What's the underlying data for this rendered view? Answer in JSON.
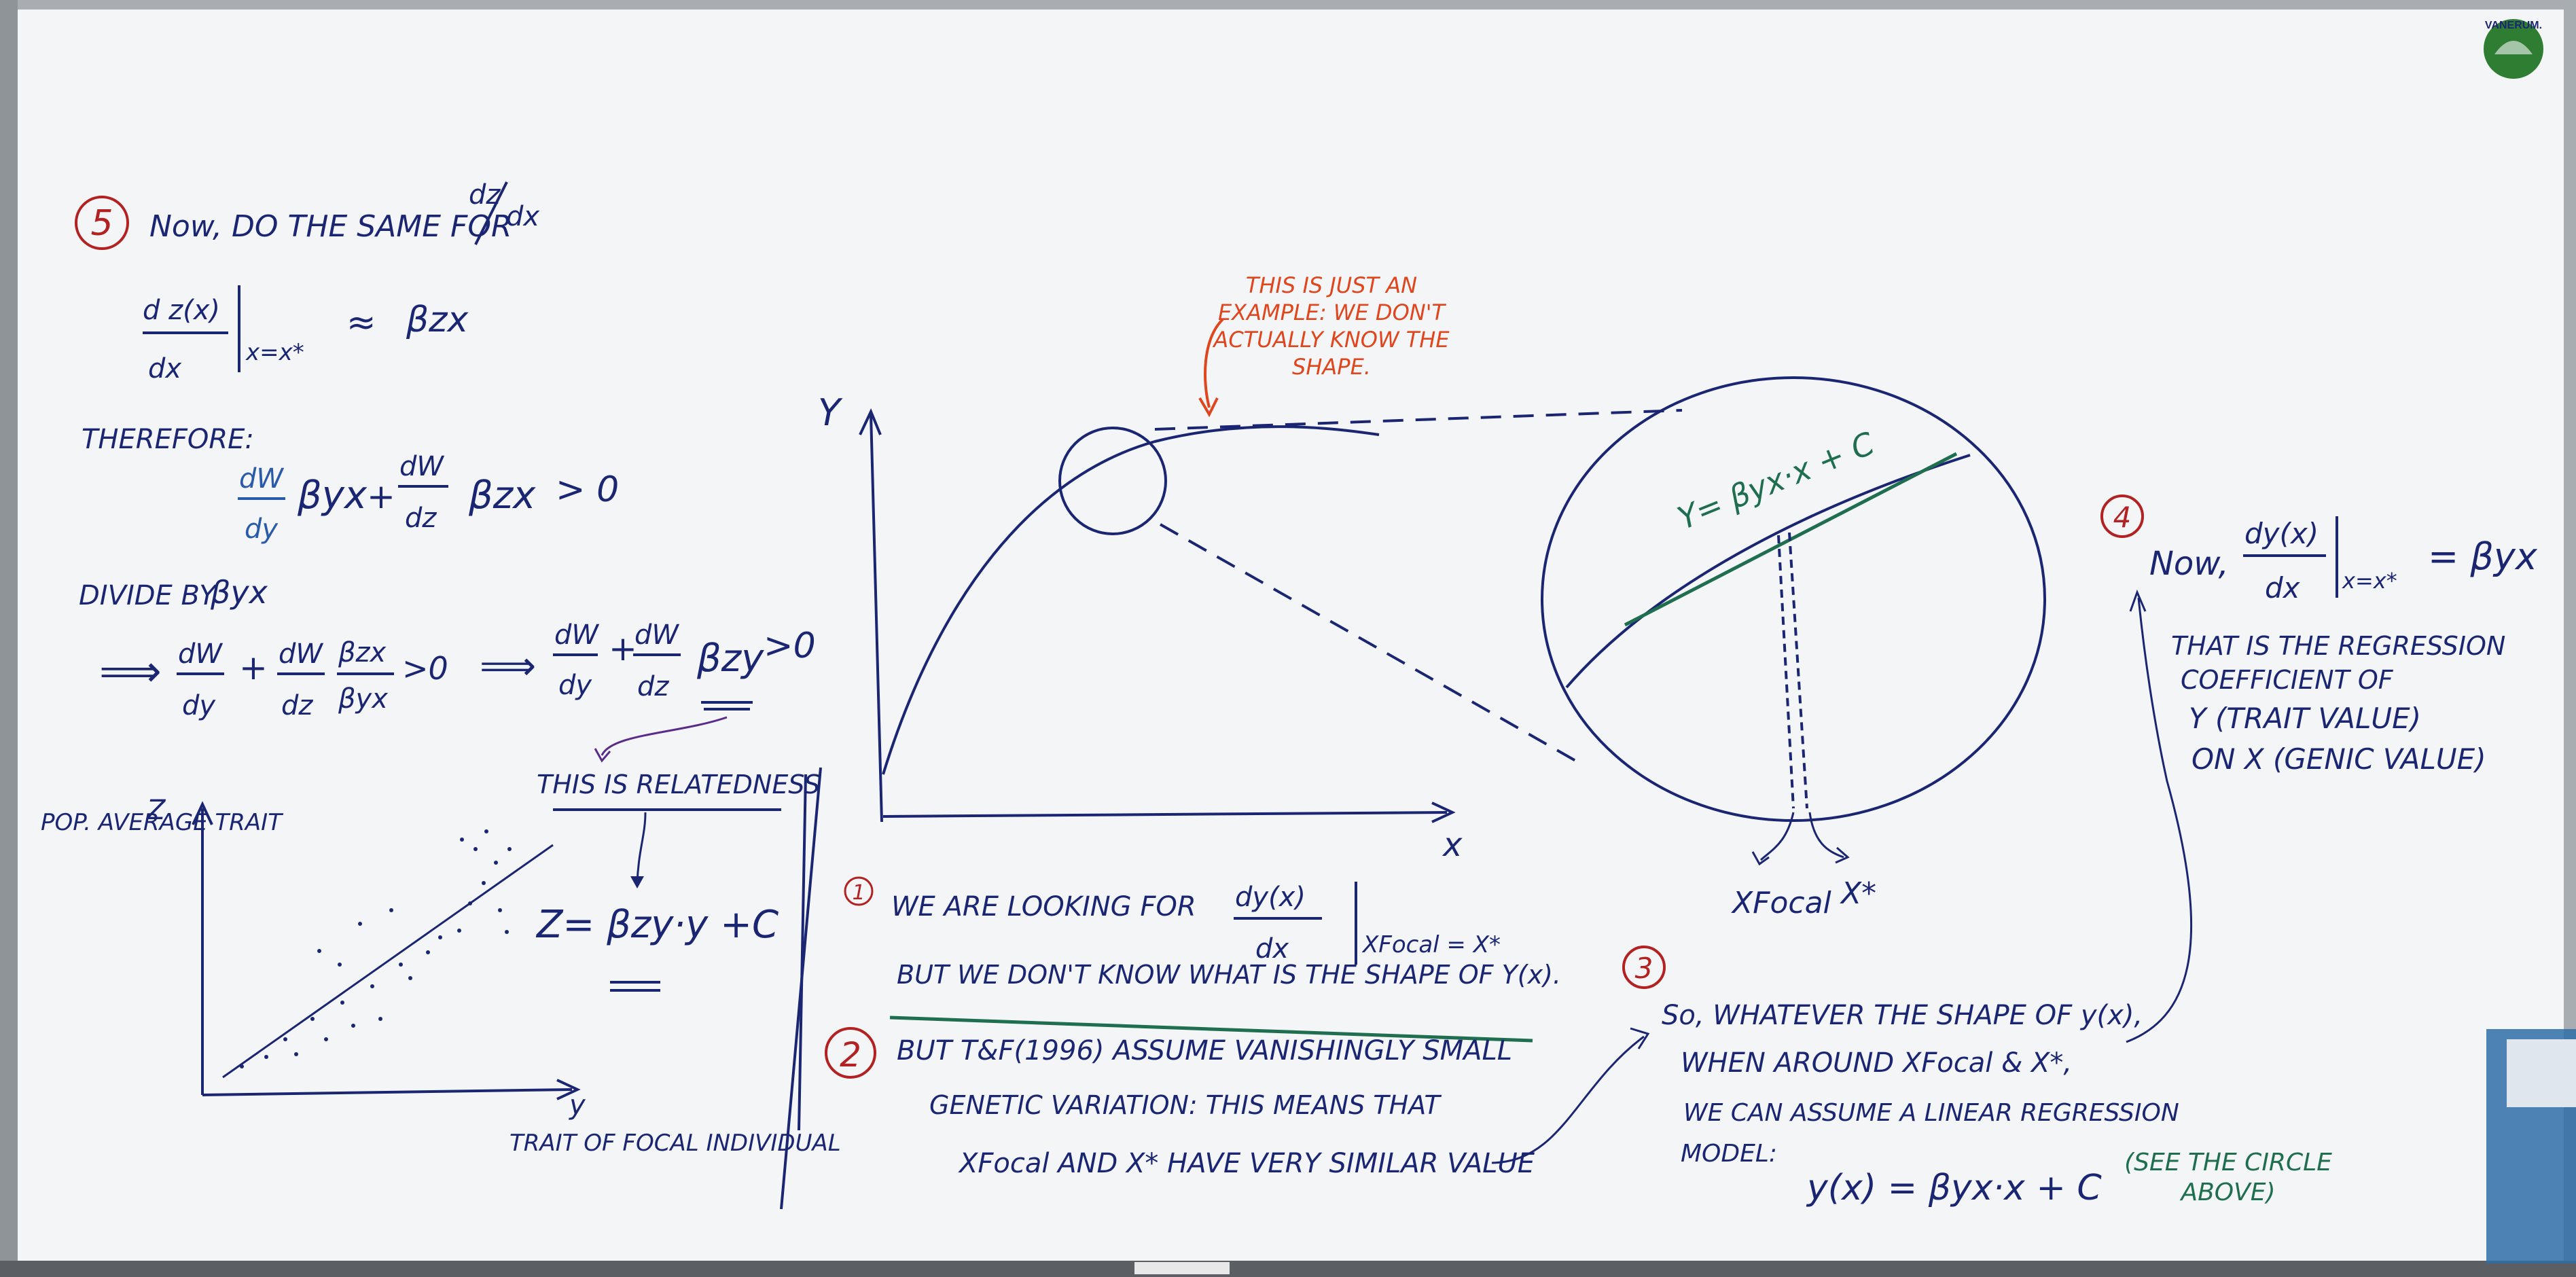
{
  "colors": {
    "navy": "#1b2673",
    "red": "#b22222",
    "orange": "#e0461e",
    "green": "#1f6e4f",
    "board": "#f4f5f6",
    "frame": "#9ea3a8"
  },
  "logo": {
    "text": "VANERUM.",
    "icon": "tree-logo-icon"
  },
  "step5": {
    "number": "5",
    "line1": "Now, DO THE SAME FOR",
    "dzdx_top": "dz",
    "dzdx_bottom": "dx",
    "deriv_num": "d z(x)",
    "deriv_den": "dx",
    "eval_sub": "x=x*",
    "approx": "≈",
    "beta_zx": "βzx",
    "therefore": "THEREFORE:",
    "ineq1": {
      "dW": "dW",
      "dy": "dy",
      "beta_yx": "βyx",
      "plus": "+",
      "dz": "dz",
      "beta_zx": "βzx",
      "gt0": "> 0"
    },
    "divide_by": "DIVIDE BY",
    "divide_beta": "βyx",
    "ineq2": {
      "arrow": "⟹",
      "dW": "dW",
      "dy": "dy",
      "plus": "+",
      "dz": "dz",
      "bzx": "βzx",
      "byx": "βyx",
      "gt0": ">0",
      "arrow2": "⟹",
      "bzy": "βzy",
      "gt0b": ">0"
    }
  },
  "relatedness": {
    "label": "THIS IS RELATEDNESS",
    "equation": "Z= βzy·y +C",
    "y_axis": "POP. AVERAGE TRAIT",
    "z_letter": "Z",
    "x_letter": "y",
    "x_axis": "TRAIT OF FOCAL INDIVIDUAL"
  },
  "curve_plot": {
    "y_label": "Y",
    "x_label": "x",
    "annotation": "THIS IS JUST AN EXAMPLE: WE DON'T ACTUALLY KNOW THE SHAPE.",
    "zoom_line_label": "Y= βyx·x + C",
    "x_focal_label": "XFocal",
    "x_star_label": "X*"
  },
  "step1": {
    "number": "1",
    "line1": "WE ARE LOOKING FOR",
    "frac_num": "dy(x)",
    "frac_den": "dx",
    "eval_sub": "XFocal = X*",
    "line2": "BUT WE DON'T KNOW WHAT IS THE SHAPE OF Y(x)."
  },
  "step2": {
    "number": "2",
    "line1": "BUT T&F(1996) ASSUME VANISHINGLY SMALL",
    "line2": "GENETIC VARIATION: THIS MEANS THAT",
    "line3": "XFocal AND X*  HAVE VERY SIMILAR VALUE"
  },
  "step3": {
    "number": "3",
    "line1": "So, WHATEVER THE SHAPE OF y(x),",
    "line2": "WHEN AROUND XFocal & X*,",
    "line3": "WE CAN ASSUME A LINEAR REGRESSION",
    "line4": "MODEL:",
    "model": "y(x) =  βyx·x + C",
    "note": "(SEE THE CIRCLE ABOVE)"
  },
  "step4": {
    "number": "4",
    "now": "Now,",
    "frac_num": "dy(x)",
    "frac_den": "dx",
    "eval_sub": "x=x*",
    "equals": "= βyx",
    "line1": "THAT IS THE REGRESSION",
    "line2": "COEFFICIENT OF",
    "line3": "Y  (TRAIT VALUE)",
    "line4": "ON X  (GENIC VALUE)"
  }
}
